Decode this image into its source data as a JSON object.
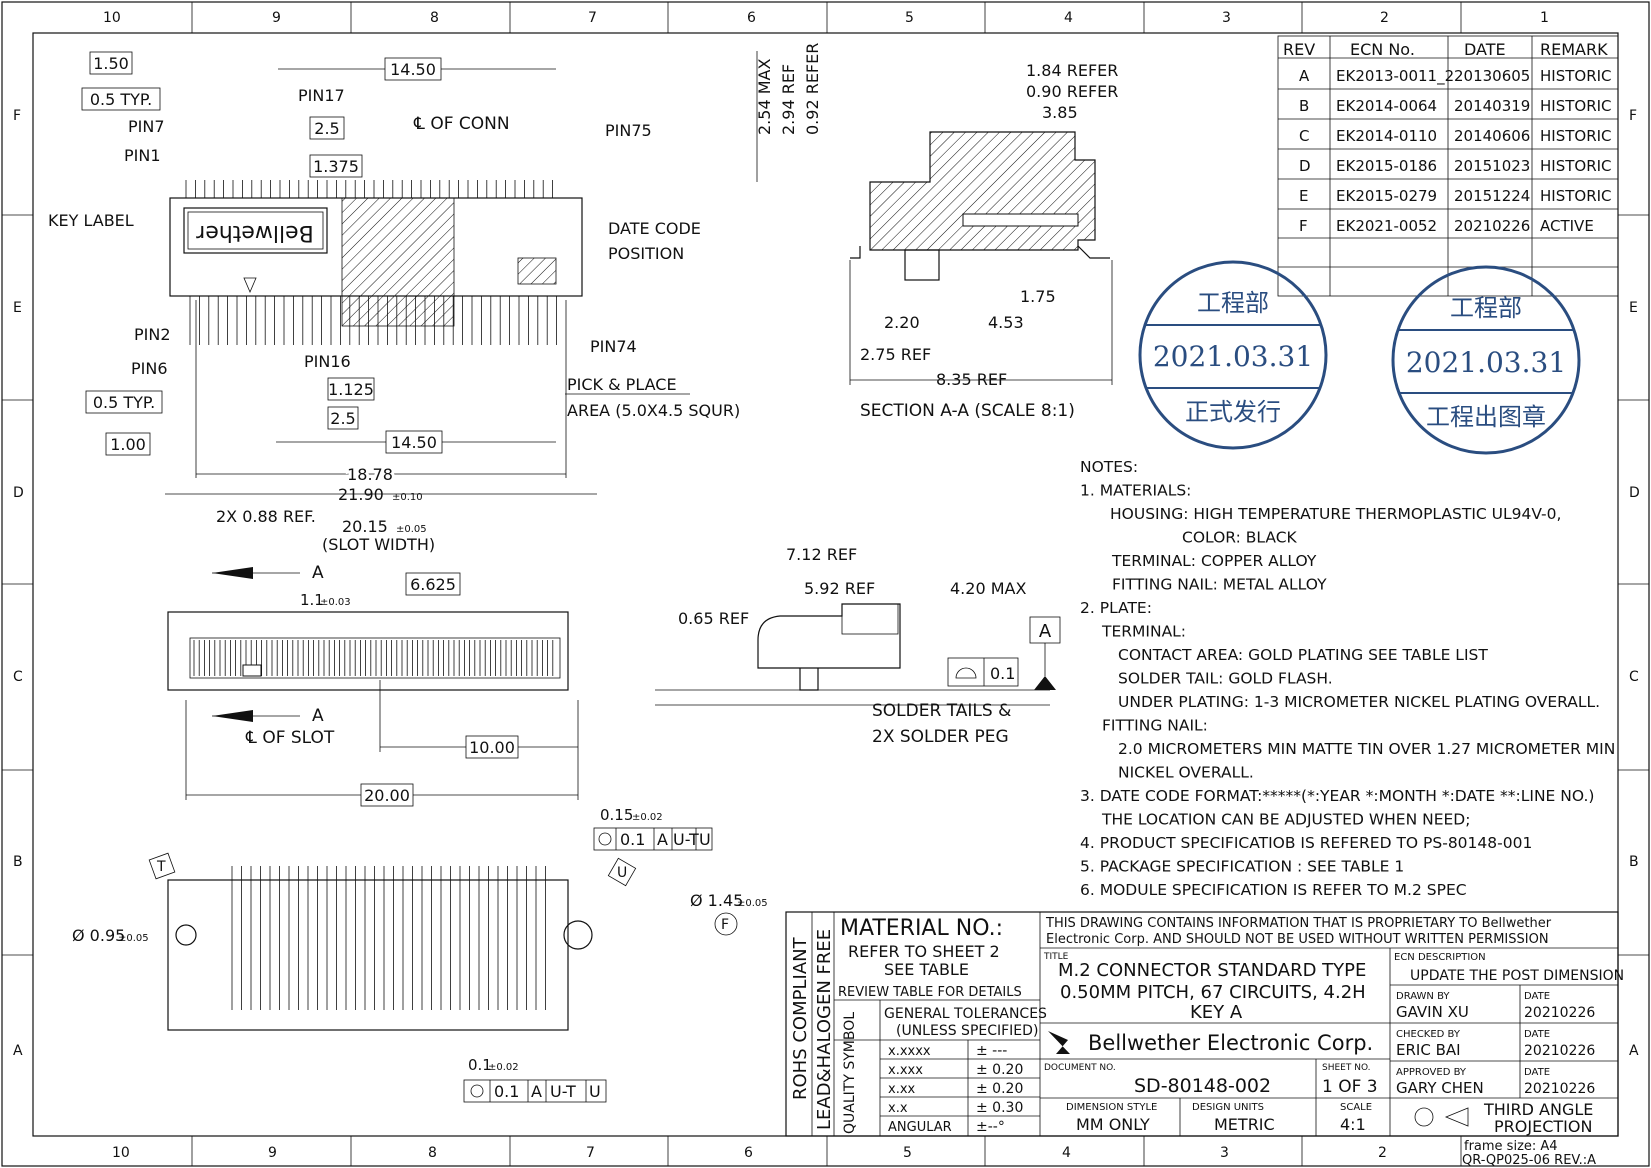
{
  "frame": {
    "cols_top": [
      "10",
      "9",
      "8",
      "7",
      "6",
      "5",
      "4",
      "3",
      "2",
      "1"
    ],
    "cols_bottom": [
      "10",
      "9",
      "8",
      "7",
      "6",
      "5",
      "4",
      "3",
      "2",
      "1"
    ],
    "rows": [
      "F",
      "E",
      "D",
      "C",
      "B",
      "A"
    ]
  },
  "rev_table": {
    "headers": [
      "REV",
      "ECN No.",
      "DATE",
      "REMARK"
    ],
    "rows": [
      [
        "A",
        "EK2013-0011_2",
        "20130605",
        "HISTORIC"
      ],
      [
        "B",
        "EK2014-0064",
        "20140319",
        "HISTORIC"
      ],
      [
        "C",
        "EK2014-0110",
        "20140606",
        "HISTORIC"
      ],
      [
        "D",
        "EK2015-0186",
        "20151023",
        "HISTORIC"
      ],
      [
        "E",
        "EK2015-0279",
        "20151224",
        "HISTORIC"
      ],
      [
        "F",
        "EK2021-0052",
        "20210226",
        "ACTIVE"
      ]
    ]
  },
  "stamps": [
    {
      "top": "工程部",
      "date": "2021.03.31",
      "bottom": "正式发行"
    },
    {
      "top": "工程部",
      "date": "2021.03.31",
      "bottom": "工程出图章"
    }
  ],
  "top_view": {
    "d150": "1.50",
    "d05typ_top": "0.5 TYP.",
    "pin17": "PIN17",
    "pin7": "PIN7",
    "pin1": "PIN1",
    "d25_top": "2.5",
    "d1375": "1.375",
    "cl_conn": "℄ OF CONN",
    "pin75": "PIN75",
    "d1450_top": "14.50",
    "key_label": "KEY LABEL",
    "brand_on_part": "Bellwether",
    "date_code": "DATE CODE",
    "position": "POSITION",
    "pin2": "PIN2",
    "pin6": "PIN6",
    "pin16": "PIN16",
    "pin74": "PIN74",
    "pick_place": "PICK & PLACE",
    "area": "AREA (5.0X4.5 SQUR)",
    "d05typ_bot": "0.5 TYP.",
    "d1125": "1.125",
    "d25_bot": "2.5",
    "d100": "1.00",
    "d1450_bot": "14.50",
    "d1878": "18.78"
  },
  "section": {
    "d254": "2.54 MAX",
    "d294": "2.94 REF",
    "d092": "0.92 REFER",
    "d184": "1.84 REFER",
    "d090": "0.90 REFER",
    "d385": "3.85",
    "d175": "1.75",
    "d220": "2.20",
    "d453": "4.53",
    "d275": "2.75 REF",
    "d835": "8.35 REF",
    "caption": "SECTION A-A (SCALE 8:1)"
  },
  "front_view": {
    "d2190": "21.90",
    "tol2190": "±0.10",
    "d088": "2X 0.88 REF.",
    "d2015": "20.15",
    "tol2015": "±0.05",
    "slot_width": "(SLOT WIDTH)",
    "a1": "A",
    "d6625": "6.625",
    "d11": "1.1",
    "tol11": "±0.03",
    "a2": "A",
    "cl_slot": "℄ OF SLOT",
    "d1000": "10.00",
    "d2000": "20.00"
  },
  "side_view": {
    "d712": "7.12 REF",
    "d592": "5.92 REF",
    "d420": "4.20 MAX",
    "d065": "0.65 REF",
    "datum_a": "A",
    "flat": "0.1",
    "solder1": "SOLDER TAILS &",
    "solder2": "2X SOLDER PEG"
  },
  "bottom_view": {
    "d015": "0.15",
    "tol015": "±0.02",
    "fcf1": "0.1",
    "fcf1_ref": "A",
    "fcf1_ref2": "U-T",
    "fcf1_ref3": "U",
    "datum_t": "T",
    "datum_u": "U",
    "dia145": "Ø 1.45",
    "tol145": "±0.05",
    "flag_f": "F",
    "dia095": "Ø 0.95",
    "tol095": "±0.05",
    "d01": "0.1",
    "tol01": "±0.02",
    "fcf2": "0.1",
    "fcf2_ref": "A",
    "fcf2_ref2": "U-T",
    "fcf2_ref3": "U"
  },
  "notes": [
    "NOTES:",
    "1. MATERIALS:",
    "HOUSING: HIGH TEMPERATURE THERMOPLASTIC UL94V-0,",
    "COLOR: BLACK",
    "TERMINAL: COPPER ALLOY",
    "FITTING NAIL: METAL ALLOY",
    "2. PLATE:",
    "TERMINAL:",
    "CONTACT AREA: GOLD PLATING SEE TABLE LIST",
    "SOLDER TAIL: GOLD FLASH.",
    "UNDER PLATING: 1-3 MICROMETER NICKEL PLATING OVERALL.",
    "FITTING NAIL:",
    "2.0 MICROMETERS MIN MATTE TIN OVER 1.27 MICROMETER MIN",
    "NICKEL OVERALL.",
    "3. DATE CODE FORMAT:*****(*:YEAR *:MONTH *:DATE **:LINE NO.)",
    "THE LOCATION CAN BE ADJUSTED WHEN NEED;",
    "4. PRODUCT SPECIFICATIOB IS REFERED TO PS-80148-001",
    "5. PACKAGE SPECIFICATION : SEE TABLE 1",
    "6. MODULE SPECIFICATION IS REFER TO M.2 SPEC"
  ],
  "title_block": {
    "rohs": "ROHS COMPLIANT",
    "lead": "LEAD&HALOGEN FREE",
    "quality": "QUALITY SYMBOL",
    "material_no": "MATERIAL NO.:",
    "refer1": "REFER TO SHEET 2",
    "refer2": "SEE TABLE",
    "review": "REVIEW TABLE FOR DETAILS",
    "gen_tol": "GENERAL TOLERANCES",
    "unless": "(UNLESS SPECIFIED)",
    "tol_rows": [
      [
        "x.xxxx",
        "±  ---"
      ],
      [
        "x.xxx",
        "±  0.20"
      ],
      [
        "x.xx",
        "±  0.20"
      ],
      [
        "x.x",
        "±  0.30"
      ],
      [
        "ANGULAR",
        "±--°"
      ]
    ],
    "prop1": "THIS DRAWING CONTAINS INFORMATION THAT IS PROPRIETARY TO Bellwether",
    "prop2": "Electronic Corp. AND SHOULD NOT BE USED WITHOUT WRITTEN PERMISSION",
    "title_lbl": "TITLE",
    "title1": "M.2 CONNECTOR STANDARD TYPE",
    "title2": "0.50MM PITCH, 67 CIRCUITS, 4.2H",
    "title3": "KEY A",
    "company": "Bellwether  Electronic  Corp.",
    "doc_lbl": "DOCUMENT NO.",
    "doc_no": "SD-80148-002",
    "sheet_lbl": "SHEET NO.",
    "sheet": "1  OF  3",
    "dim_style_lbl": "DIMENSION STYLE",
    "dim_style": "MM  ONLY",
    "units_lbl": "DESIGN UNITS",
    "units": "METRIC",
    "scale_lbl": "SCALE",
    "scale": "4:1",
    "ecn_lbl": "ECN DESCRIPTION",
    "ecn": "UPDATE THE POST DIMENSION",
    "drawn_lbl": "DRAWN BY",
    "drawn": "GAVIN XU",
    "drawn_date_lbl": "DATE",
    "drawn_date": "20210226",
    "checked_lbl": "CHECKED BY",
    "checked": "ERIC BAI",
    "checked_date_lbl": "DATE",
    "checked_date": "20210226",
    "approved_lbl": "APPROVED BY",
    "approved": "GARY CHEN",
    "approved_date_lbl": "DATE",
    "approved_date": "20210226",
    "third1": "THIRD ANGLE",
    "third2": "PROJECTION",
    "frame_size": "frame size: A4",
    "form_no": "QR-QP025-06 REV.:A"
  }
}
